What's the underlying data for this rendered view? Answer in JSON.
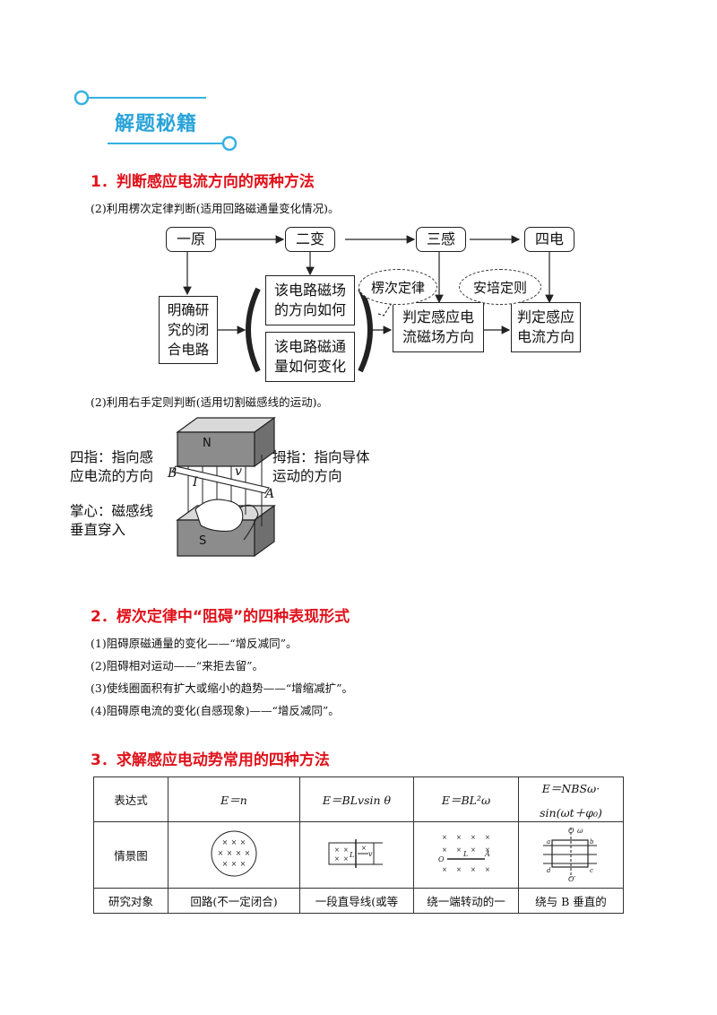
{
  "banner": {
    "title": "解题秘籍"
  },
  "section1": {
    "heading": "1．判断感应电流方向的两种方法",
    "intro_a": "(2)利用楞次定律判断(适用回路磁通量变化情况)。",
    "flow": {
      "step1": "一原",
      "step2": "二变",
      "step3": "三感",
      "step4": "四电",
      "box_a": "明确研究的闭合电路",
      "box_b1": "该电路磁场的方向如何",
      "box_b2": "该电路磁通量如何变化",
      "box_c": "判定感应电流磁场方向",
      "box_d": "判定感应电流方向",
      "cloud1": "楞次定律",
      "cloud2": "安培定则"
    },
    "intro_b": "(2)利用右手定则判断(适用切割磁感线的运动)。",
    "hand": {
      "label_fingers": "四指：指向感应电流的方向",
      "label_thumb": "拇指：指向导体运动的方向",
      "label_palm": "掌心：磁感线垂直穿入",
      "pole_n": "N",
      "pole_s": "S",
      "letter_b": "B",
      "letter_i": "I",
      "letter_v": "v",
      "letter_a": "A"
    }
  },
  "section2": {
    "heading": "2．楞次定律中“阻碍”的四种表现形式",
    "items": [
      "(1)阻碍原磁通量的变化——“增反减同”。",
      "(2)阻碍相对运动——“来拒去留”。",
      "(3)使线圈面积有扩大或缩小的趋势——“增缩减扩”。",
      "(4)阻碍原电流的变化(自感现象)——“增反减同”。"
    ]
  },
  "section3": {
    "heading": "3．求解感应电动势常用的四种方法",
    "table": {
      "row1_head": "表达式",
      "f1": "E＝n",
      "f2": "E＝BLvsin θ",
      "f3": "E＝BL²ω",
      "f4a": "E＝NBSω·",
      "f4b": "sin(ωt＋φ₀)",
      "row2_head": "情景图",
      "row3_head": "研究对象",
      "r3c1": "回路(不一定闭合)",
      "r3c2": "一段直导线(或等",
      "r3c3": "绕一端转动的一",
      "r3c4": "绕与 B 垂直的"
    },
    "fig2_labels": {
      "l": "L",
      "v": "v"
    },
    "fig3_labels": {
      "o": "O",
      "l": "L",
      "a": "A"
    },
    "fig4_labels": {
      "o_top": "O",
      "omega": "ω",
      "o_bottom": "O′",
      "a": "a",
      "b": "b",
      "c": "c",
      "d": "d"
    }
  }
}
